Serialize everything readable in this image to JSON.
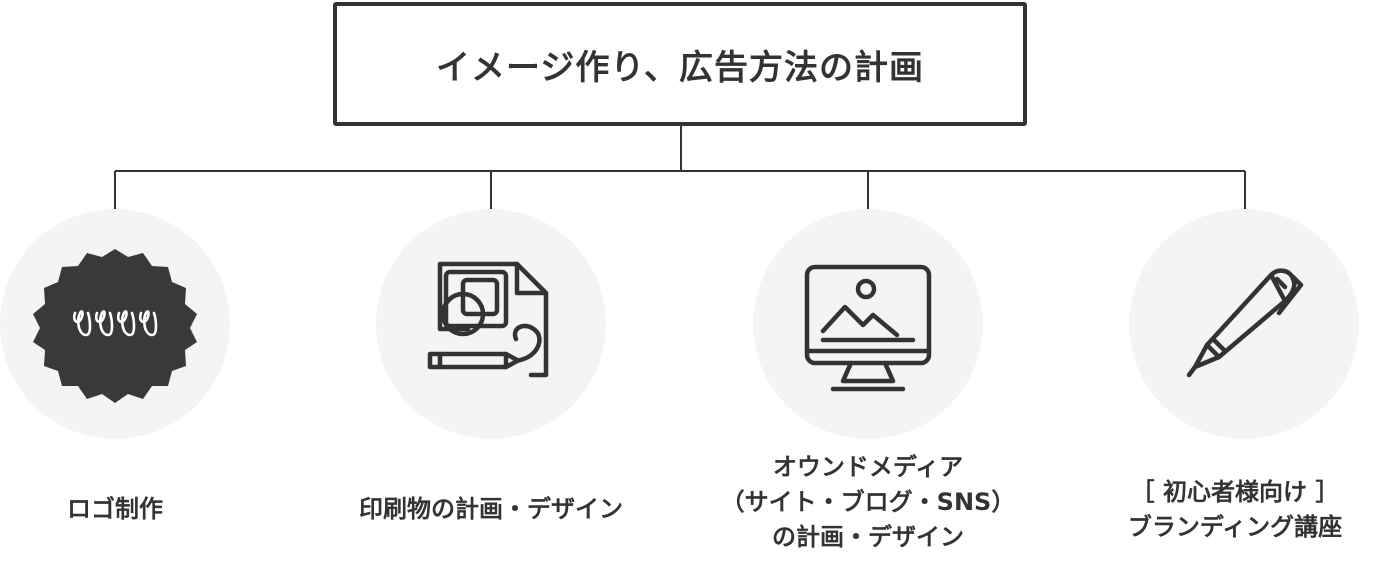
{
  "root": {
    "title": "イメージ作り、広告方法の計画"
  },
  "children": [
    {
      "icon": "logo-badge-icon",
      "label_lines": [
        "ロゴ制作"
      ]
    },
    {
      "icon": "print-document-design-icon",
      "label_lines": [
        "印刷物の計画・デザイン"
      ]
    },
    {
      "icon": "monitor-image-icon",
      "label_lines": [
        "オウンドメディア",
        "（サイト・ブログ・SNS）",
        "の計画・デザイン"
      ]
    },
    {
      "icon": "pen-icon",
      "label_lines": [
        "［ 初心者様向け ］",
        "ブランディング講座"
      ]
    }
  ],
  "colors": {
    "stroke": "#333333",
    "circle_bg": "#f4f4f4",
    "badge_fill": "#3a3838"
  }
}
